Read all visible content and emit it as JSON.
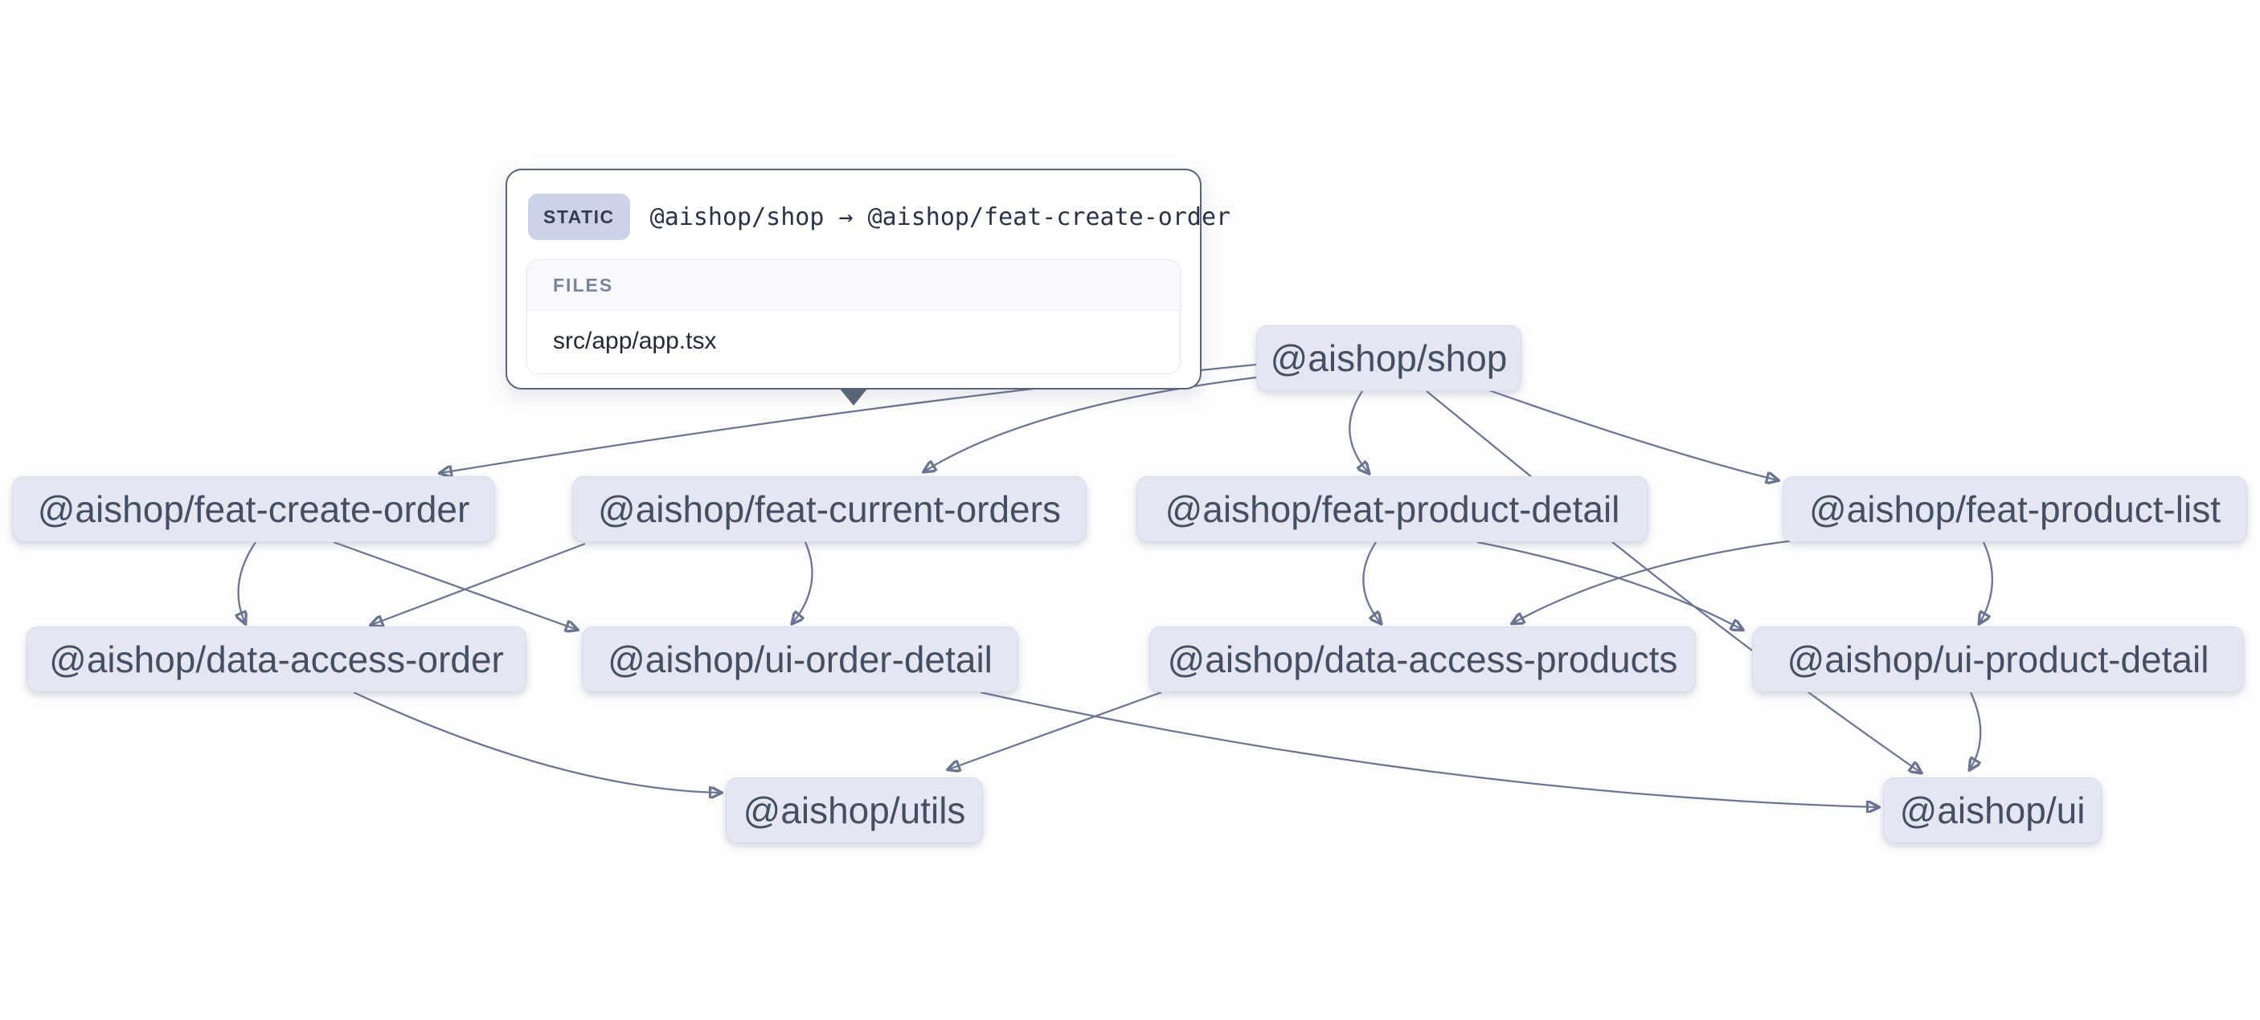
{
  "tooltip": {
    "badge": "STATIC",
    "title": "@aishop/shop → @aishop/feat-create-order",
    "files_header": "FILES",
    "files": [
      "src/app/app.tsx"
    ]
  },
  "nodes": [
    {
      "id": "shop",
      "label": "@aishop/shop"
    },
    {
      "id": "feat-create-order",
      "label": "@aishop/feat-create-order"
    },
    {
      "id": "feat-current-orders",
      "label": "@aishop/feat-current-orders"
    },
    {
      "id": "feat-product-detail",
      "label": "@aishop/feat-product-detail"
    },
    {
      "id": "feat-product-list",
      "label": "@aishop/feat-product-list"
    },
    {
      "id": "data-access-order",
      "label": "@aishop/data-access-order"
    },
    {
      "id": "ui-order-detail",
      "label": "@aishop/ui-order-detail"
    },
    {
      "id": "data-access-products",
      "label": "@aishop/data-access-products"
    },
    {
      "id": "ui-product-detail",
      "label": "@aishop/ui-product-detail"
    },
    {
      "id": "utils",
      "label": "@aishop/utils"
    },
    {
      "id": "ui",
      "label": "@aishop/ui"
    }
  ],
  "edges": [
    {
      "from": "shop",
      "to": "feat-create-order"
    },
    {
      "from": "shop",
      "to": "feat-current-orders"
    },
    {
      "from": "shop",
      "to": "feat-product-detail"
    },
    {
      "from": "shop",
      "to": "feat-product-list"
    },
    {
      "from": "shop",
      "to": "ui"
    },
    {
      "from": "feat-create-order",
      "to": "data-access-order"
    },
    {
      "from": "feat-create-order",
      "to": "ui-order-detail"
    },
    {
      "from": "feat-current-orders",
      "to": "data-access-order"
    },
    {
      "from": "feat-current-orders",
      "to": "ui-order-detail"
    },
    {
      "from": "feat-product-detail",
      "to": "data-access-products"
    },
    {
      "from": "feat-product-detail",
      "to": "ui-product-detail"
    },
    {
      "from": "feat-product-list",
      "to": "data-access-products"
    },
    {
      "from": "feat-product-list",
      "to": "ui-product-detail"
    },
    {
      "from": "data-access-order",
      "to": "utils"
    },
    {
      "from": "data-access-products",
      "to": "utils"
    },
    {
      "from": "ui-order-detail",
      "to": "ui"
    },
    {
      "from": "ui-product-detail",
      "to": "ui"
    }
  ],
  "colors": {
    "page_bg": "#fdfdfe",
    "node_bg": "#e4e7f1",
    "node_text": "#454e63",
    "edge": "#6b7490",
    "arrowhead": "#5d6680",
    "tooltip_border": "#5b6378",
    "badge_bg": "#ccd3e6",
    "badge_text": "#333d52",
    "files_header_bg": "#f8f9fc",
    "files_header_text": "#79839b",
    "file_text": "#232936"
  }
}
